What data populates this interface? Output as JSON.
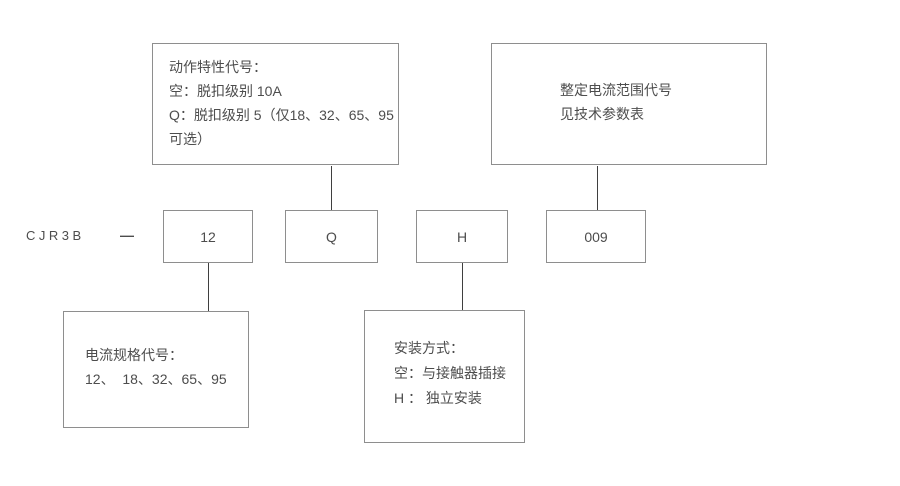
{
  "diagram": {
    "model_label": "CJR3B",
    "separator": "—",
    "code_boxes": {
      "current_spec": "12",
      "trip_class": "Q",
      "mounting": "H",
      "current_range": "009"
    },
    "callouts": {
      "top_left": {
        "lines": [
          "动作特性代号：",
          "空：脱扣级别 10A",
          "Q：脱扣级别 5（仅18、32、65、95",
          "可选）"
        ]
      },
      "top_right": {
        "lines": [
          "整定电流范围代号",
          "见技术参数表"
        ]
      },
      "bottom_left": {
        "lines": [
          "电流规格代号：",
          "12、  18、32、65、95"
        ]
      },
      "bottom_mid": {
        "lines": [
          "安装方式：",
          "空：与接触器插接",
          "H ： 独立安装"
        ]
      }
    },
    "colors": {
      "background": "#ffffff",
      "box_border": "#8e8e8e",
      "text": "#4d4d4d",
      "connector_line": "#3f3f3f"
    }
  }
}
